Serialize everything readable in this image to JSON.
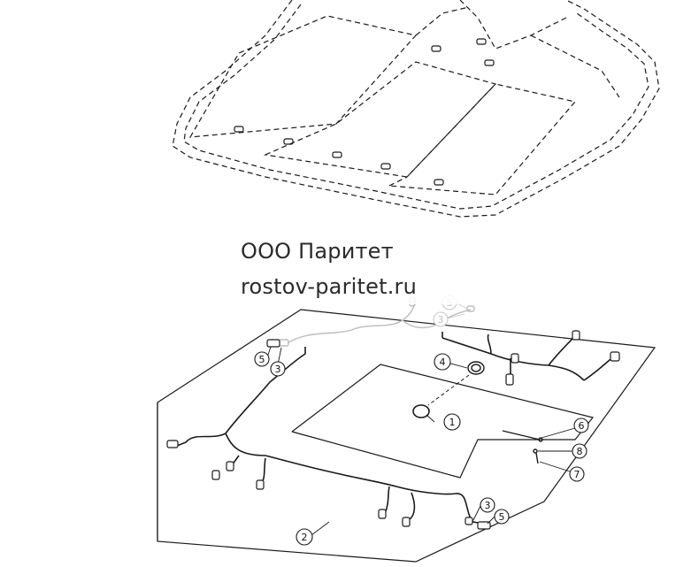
{
  "watermark": {
    "company": "ООО Паритет",
    "website": "rostov-paritet.ru"
  },
  "callouts": [
    {
      "id": "c1",
      "number": "1"
    },
    {
      "id": "c2",
      "number": "2"
    },
    {
      "id": "c3a",
      "number": "3"
    },
    {
      "id": "c3b",
      "number": "3"
    },
    {
      "id": "c3c",
      "number": "3"
    },
    {
      "id": "c4",
      "number": "4"
    },
    {
      "id": "c5a",
      "number": "5"
    },
    {
      "id": "c5b",
      "number": "5"
    },
    {
      "id": "c5c",
      "number": "5"
    },
    {
      "id": "c6",
      "number": "6"
    },
    {
      "id": "c7",
      "number": "7"
    },
    {
      "id": "c8",
      "number": "8"
    }
  ],
  "colors": {
    "line": "#1a1a1a",
    "faded_line": "#bdbdbd",
    "background": "#ffffff"
  }
}
